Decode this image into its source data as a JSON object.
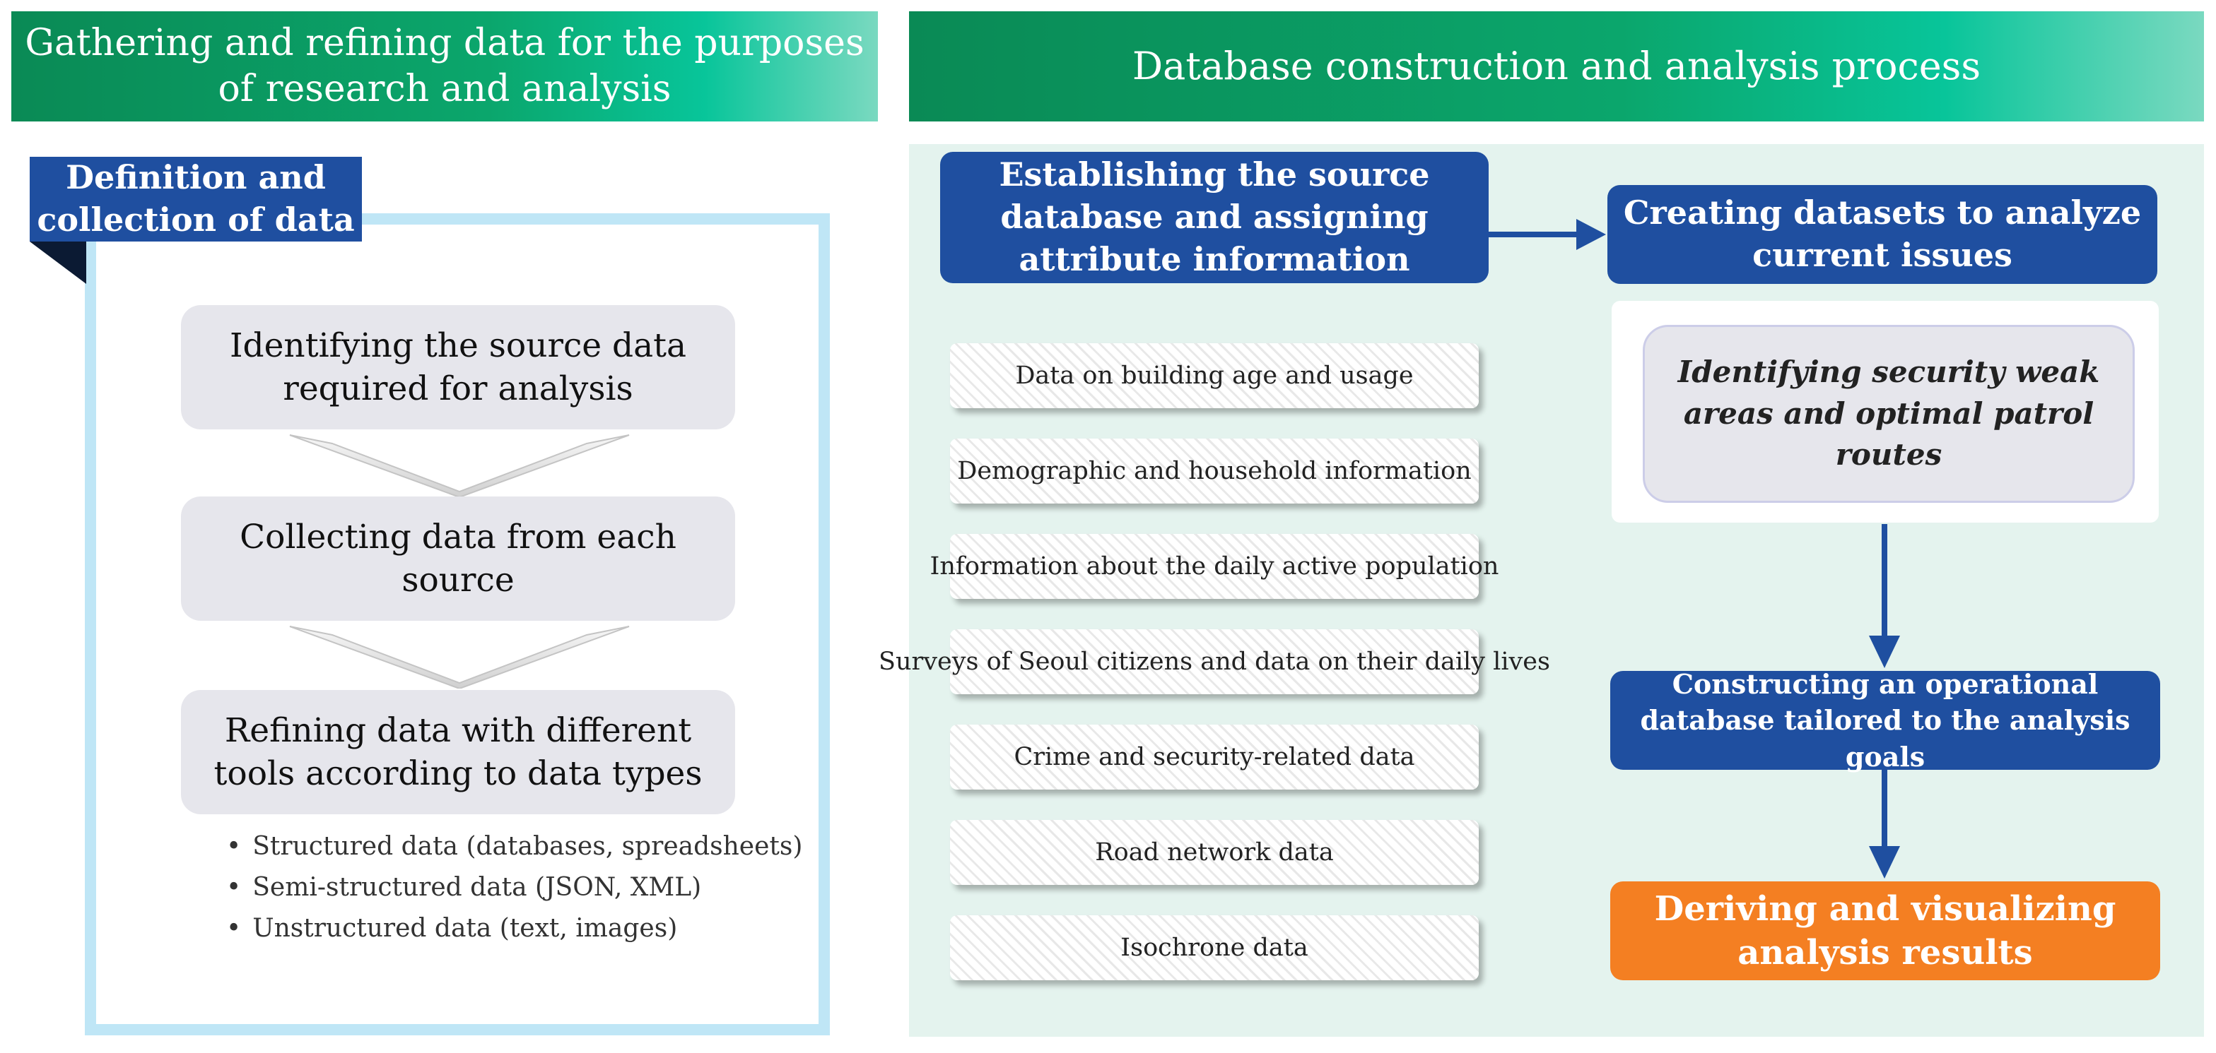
{
  "header": {
    "left_title": "Gathering and refining data for the purposes of research and analysis",
    "right_title": "Database construction and analysis process"
  },
  "left_panel": {
    "tab_label": "Definition and collection of data",
    "steps": [
      "Identifying the source data required for analysis",
      "Collecting data from each source",
      "Refining data with different tools according to data types"
    ],
    "data_types": [
      "Structured data (databases, spreadsheets)",
      "Semi-structured data (JSON, XML)",
      "Unstructured data (text, images)"
    ]
  },
  "right_panel": {
    "source_box": "Establishing the source database and assigning attribute information",
    "source_items": [
      "Data on building age and usage",
      "Demographic and household information",
      "Information about the daily active population",
      "Surveys of Seoul citizens and data on their daily lives",
      "Crime and security-related data",
      "Road network data",
      "Isochrone data"
    ],
    "datasets_box": "Creating datasets to analyze current issues",
    "issue_box": "Identifying security weak areas and optimal patrol routes",
    "operational_box": "Constructing an operational database tailored to the analysis goals",
    "results_box": "Deriving and visualizing analysis results"
  },
  "colors": {
    "banner_green": "#0ba66c",
    "primary_blue": "#1f4fa0",
    "accent_orange": "#f47f22",
    "panel_mint": "#e4f3ee",
    "frame_light_blue": "#bfe6f6",
    "step_gray": "#e6e6ec"
  }
}
